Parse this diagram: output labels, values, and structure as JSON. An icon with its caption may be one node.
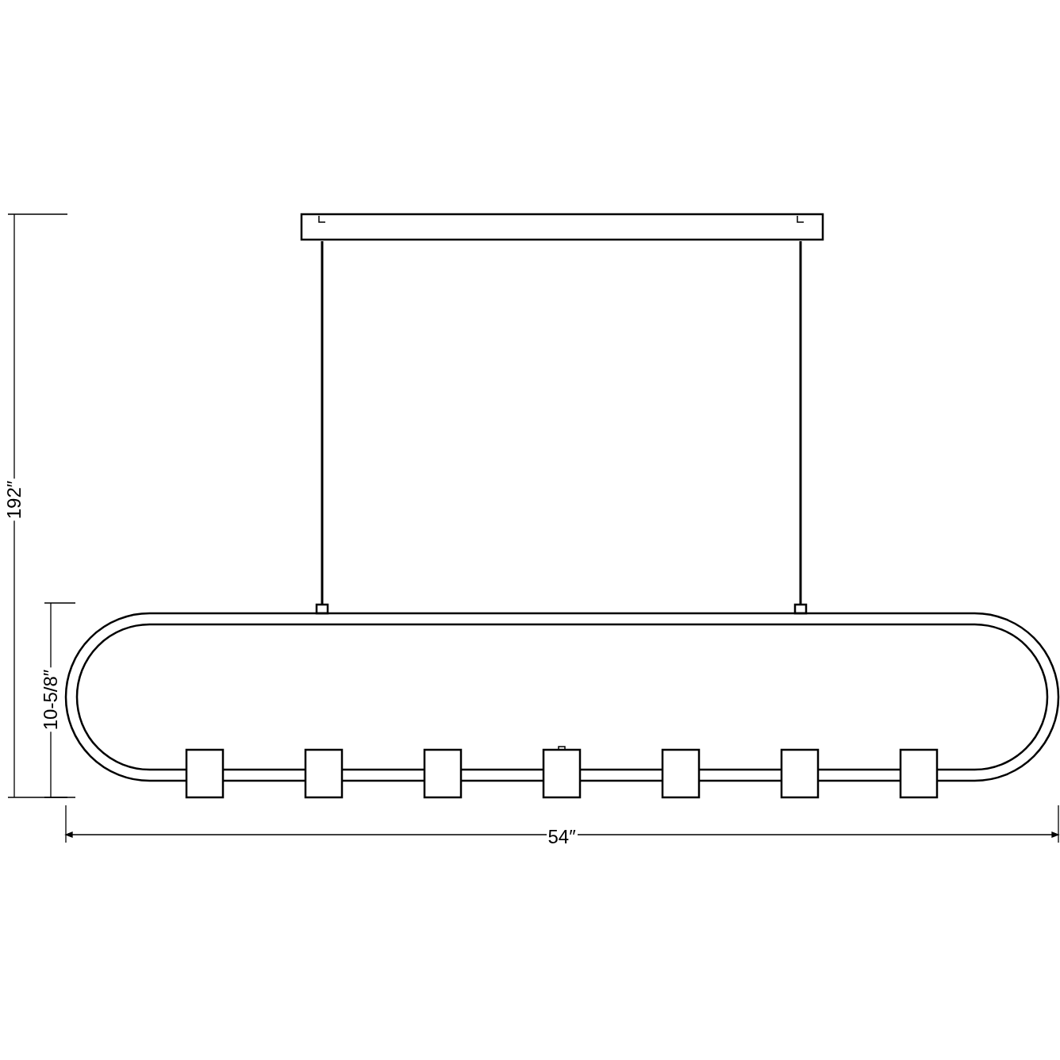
{
  "diagram": {
    "labels": [
      "192″",
      "10-5/8″",
      "54″"
    ]
  }
}
